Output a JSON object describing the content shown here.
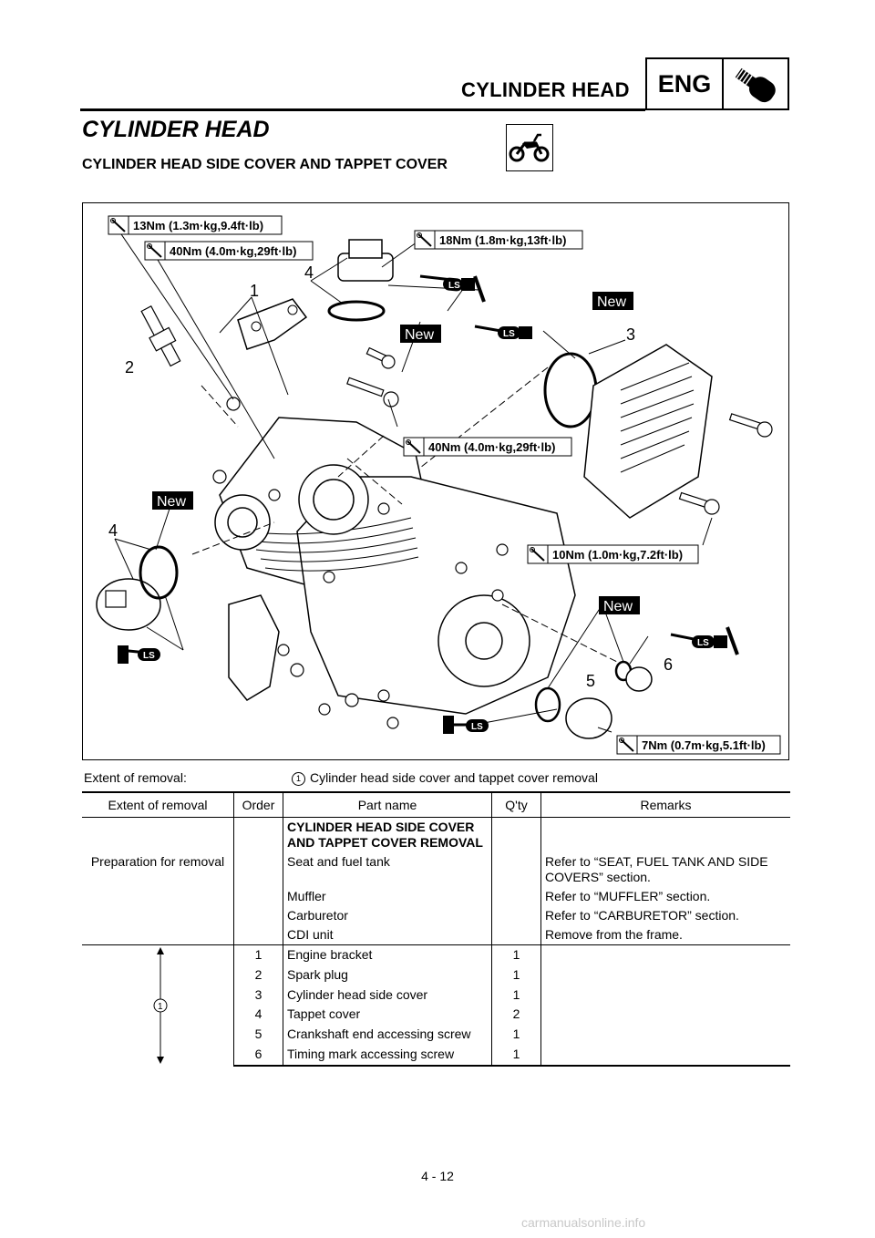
{
  "header": {
    "section_title": "CYLINDER HEAD",
    "tab_label": "ENG"
  },
  "page": {
    "title": "CYLINDER HEAD",
    "subtitle": "CYLINDER HEAD SIDE COVER AND TAPPET COVER"
  },
  "diagram": {
    "torques": [
      "13Nm (1.3m·kg,9.4ft·lb)",
      "40Nm (4.0m·kg,29ft·lb)",
      "18Nm (1.8m·kg,13ft·lb)",
      "40Nm (4.0m·kg,29ft·lb)",
      "10Nm (1.0m·kg,7.2ft·lb)",
      "7Nm (0.7m·kg,5.1ft·lb)"
    ],
    "new_label": "New",
    "ls_label": "LS",
    "callouts": [
      "1",
      "2",
      "3",
      "4",
      "4",
      "5",
      "6"
    ]
  },
  "extent": {
    "label": "Extent of removal:",
    "marker": "1",
    "text": "Cylinder head side cover and tappet cover removal"
  },
  "table": {
    "headers": [
      "Extent of removal",
      "Order",
      "Part name",
      "Q'ty",
      "Remarks"
    ],
    "section_heading": "CYLINDER HEAD SIDE COVER AND TAPPET COVER REMOVAL",
    "prep_label": "Preparation for removal",
    "prep_rows": [
      {
        "part": "Seat and fuel tank",
        "remarks": "Refer to “SEAT, FUEL TANK AND SIDE COVERS” section."
      },
      {
        "part": "Muffler",
        "remarks": "Refer to “MUFFLER” section."
      },
      {
        "part": "Carburetor",
        "remarks": "Refer to “CARBURETOR” section."
      },
      {
        "part": "CDI unit",
        "remarks": "Remove from the frame."
      }
    ],
    "extent_marker": "1",
    "rows": [
      {
        "order": "1",
        "part": "Engine bracket",
        "qty": "1"
      },
      {
        "order": "2",
        "part": "Spark plug",
        "qty": "1"
      },
      {
        "order": "3",
        "part": "Cylinder head side cover",
        "qty": "1"
      },
      {
        "order": "4",
        "part": "Tappet cover",
        "qty": "2"
      },
      {
        "order": "5",
        "part": "Crankshaft end accessing screw",
        "qty": "1"
      },
      {
        "order": "6",
        "part": "Timing mark accessing screw",
        "qty": "1"
      }
    ]
  },
  "footer": {
    "page_number": "4 - 12",
    "watermark": "carmanualsonline.info"
  }
}
